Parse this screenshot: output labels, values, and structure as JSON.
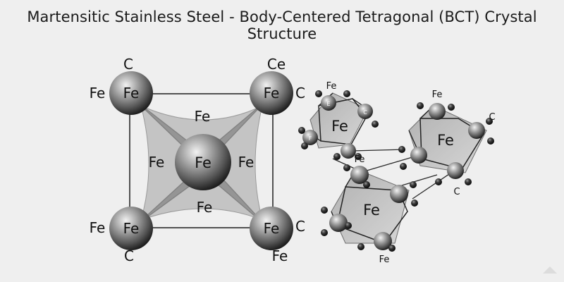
{
  "title": "Martensitic Stainless Steel - Body-Centered Tetragonal (BCT) Crystal Structure",
  "main_cell": {
    "corner_atoms": [
      "Fe",
      "Fe",
      "Fe",
      "Fe"
    ],
    "center_atom": "Fe",
    "outer_labels": [
      "C",
      "Fe",
      "Ce",
      "C",
      "Fe",
      "C",
      "C",
      "Fe"
    ],
    "face_labels": [
      "Fe",
      "Fe",
      "Fe",
      "Fe"
    ]
  },
  "lattice_cluster": {
    "cube_labels": [
      "Fe",
      "Fe",
      "Fe"
    ],
    "atom_labels": [
      "Fe",
      "Fe",
      "Fe",
      "C",
      "C",
      "Fe"
    ],
    "small_atom_letters": [
      "C",
      "F",
      "E"
    ]
  },
  "colors": {
    "background": "#efefef",
    "atom_highlight": "#e6e6e6",
    "atom_mid": "#8a8a8a",
    "atom_shadow": "#1e1e1e",
    "face_fill": "#bdbdbd",
    "edge": "#2a2a2a"
  }
}
